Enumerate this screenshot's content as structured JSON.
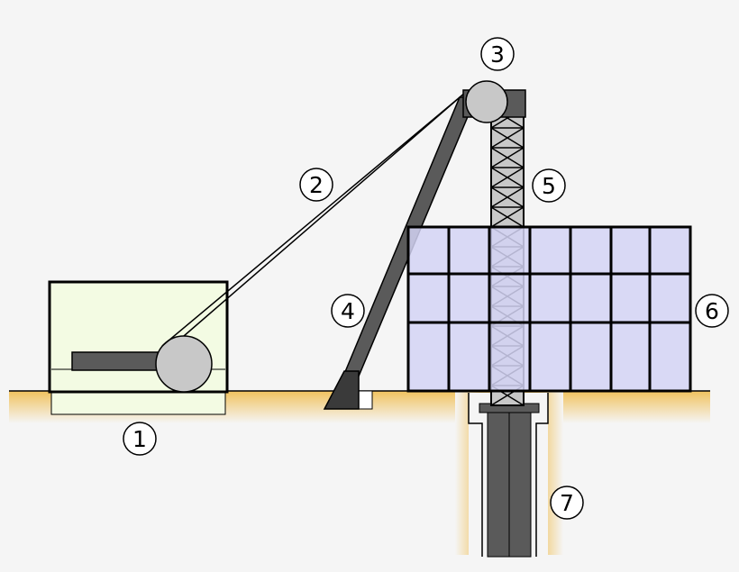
{
  "colors": {
    "background": "#f5f5f5",
    "ground": "#f0c25e",
    "housing": "#f3fbe3",
    "machine_gray": "#5a5a5a",
    "wheel": "#c8c8c8",
    "glass": "#d4d4f5",
    "frame": "#000000"
  },
  "labels": {
    "winch": "1",
    "cable": "2",
    "pulley": "3",
    "boom": "4",
    "mast": "5",
    "building": "6",
    "borehole": "7"
  }
}
